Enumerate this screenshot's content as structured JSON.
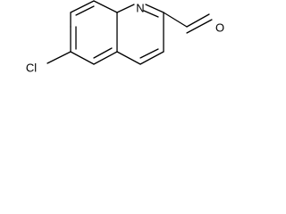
{
  "atoms": {
    "nitrogen": "N",
    "oxygen": "O",
    "chlorine": "Cl"
  },
  "colors": {
    "bond": "#000000",
    "background": "#ffffff"
  }
}
